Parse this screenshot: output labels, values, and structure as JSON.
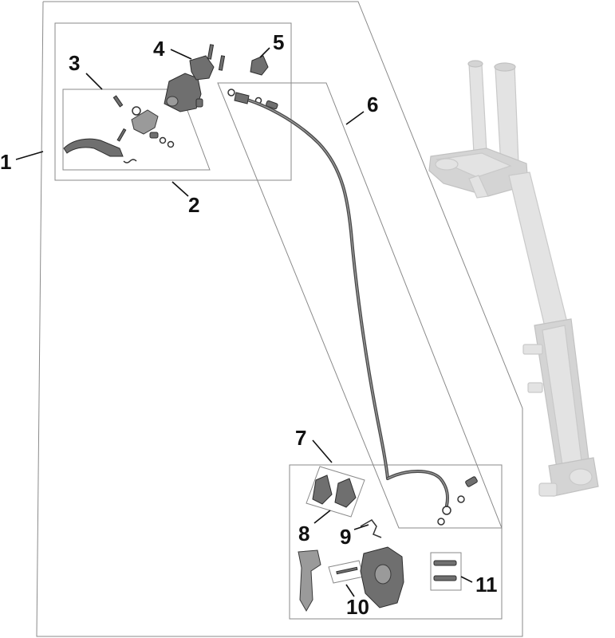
{
  "callouts": {
    "c1": "1",
    "c2": "2",
    "c3": "3",
    "c4": "4",
    "c5": "5",
    "c6": "6",
    "c7": "7",
    "c8": "8",
    "c9": "9",
    "c10": "10",
    "c11": "11"
  },
  "colors": {
    "line": "#111111",
    "frame": "#8a8a8a",
    "part": "#6f6f6f",
    "fork_ghost": "#e3e3e3"
  }
}
